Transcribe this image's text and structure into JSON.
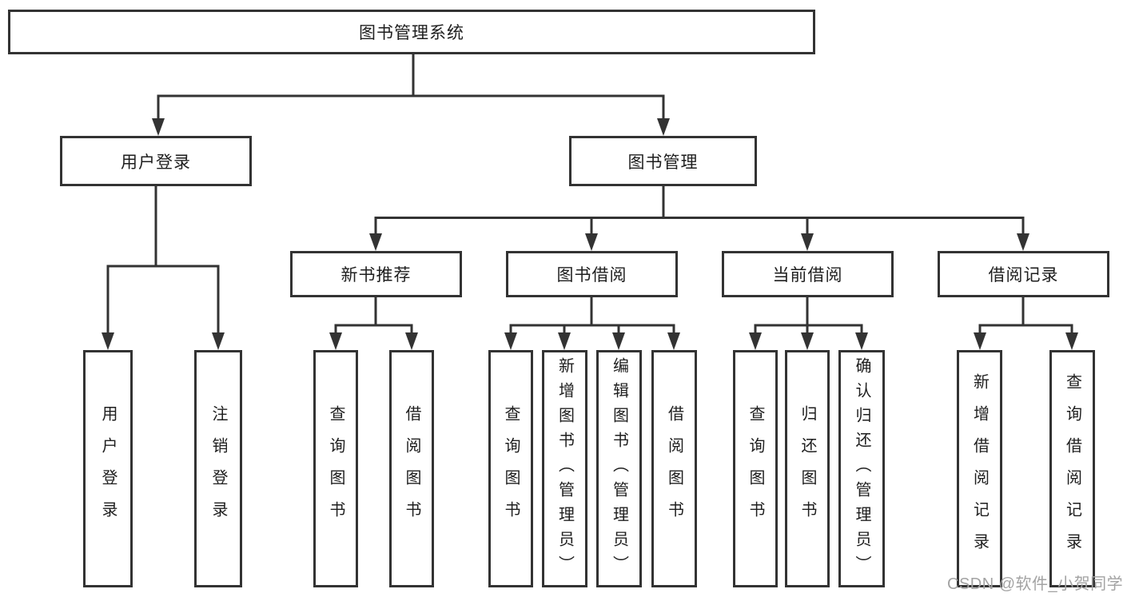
{
  "root": {
    "label": "图书管理系统"
  },
  "level2": {
    "user_login": "用户登录",
    "book_management": "图书管理"
  },
  "level3": {
    "new_book_recommend": "新书推荐",
    "book_borrow": "图书借阅",
    "current_borrow": "当前借阅",
    "borrow_records": "借阅记录"
  },
  "leaves": {
    "user": [
      "用户登录",
      "注销登录"
    ],
    "recommend": [
      "查询图书",
      "借阅图书"
    ],
    "borrow": [
      "查询图书",
      "新增图书（管理员）",
      "编辑图书（管理员）",
      "借阅图书"
    ],
    "current": [
      "查询图书",
      "归还图书",
      "确认归还（管理员）"
    ],
    "records": [
      "新增借阅记录",
      "查询借阅记录"
    ]
  },
  "watermark": "CSDN @软件_小贺同学",
  "colors": {
    "line": "#333333",
    "text": "#1e1e1e",
    "watermark": "#a3a3a3",
    "background": "#ffffff"
  }
}
